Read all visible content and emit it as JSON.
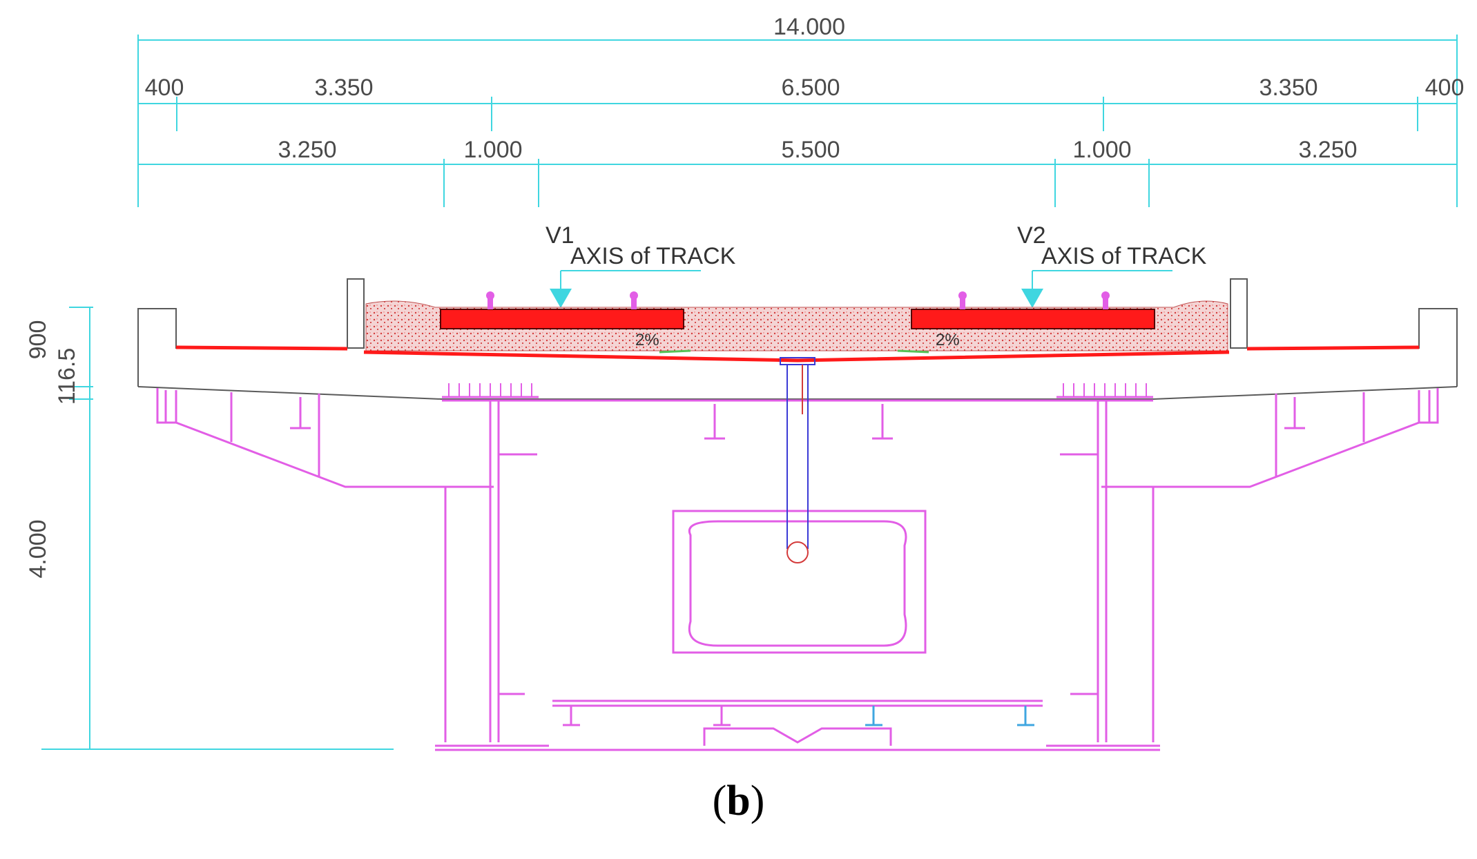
{
  "dimensions": {
    "overall": "14.000",
    "row2": [
      "400",
      "3.350",
      "6.500",
      "3.350",
      "400"
    ],
    "row3": [
      "3.250",
      "1.000",
      "5.500",
      "1.000",
      "3.250"
    ],
    "vertical": [
      "900",
      "116.5",
      "4.000"
    ]
  },
  "tracks": [
    {
      "id": "V1",
      "label": "AXIS of TRACK"
    },
    {
      "id": "V2",
      "label": "AXIS of TRACK"
    }
  ],
  "slopes": [
    "2%",
    "2%"
  ],
  "caption": {
    "open": "(",
    "letter": "b",
    "close": ")"
  },
  "colors": {
    "dimension": "#3fd6e0",
    "steel": "#e25ee6",
    "concrete": "#5a5a5a",
    "ballast": "#d9a3a3",
    "track_bed": "#ff1a1a",
    "cable": "#3a3ad6"
  }
}
